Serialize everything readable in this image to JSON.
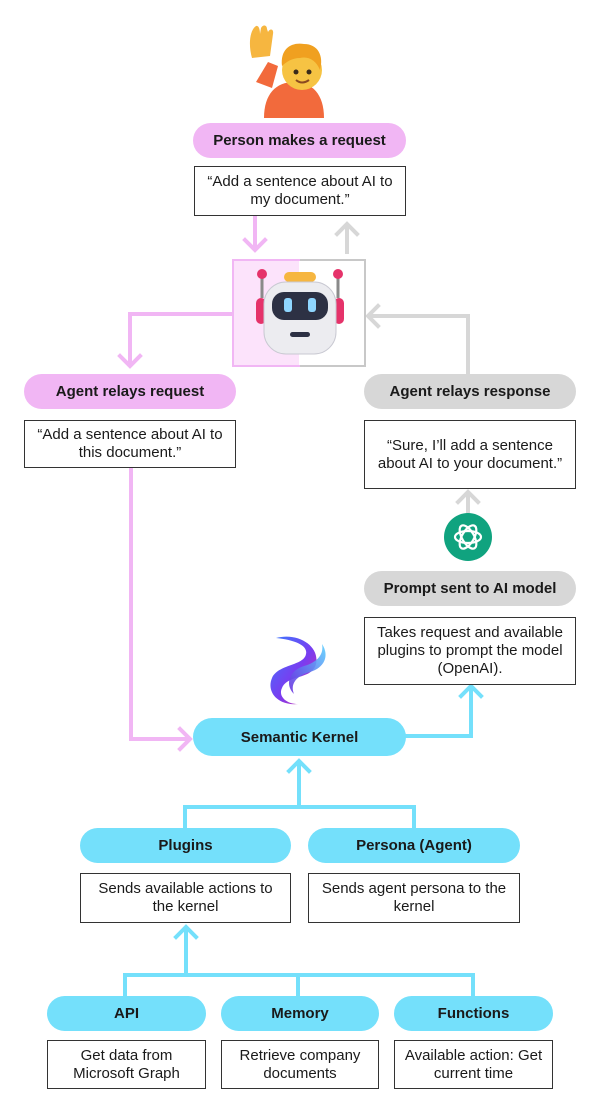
{
  "nodes": {
    "person_request": {
      "label": "Person makes a request",
      "text": "“Add a sentence about AI to my document.”"
    },
    "agent_relays_request": {
      "label": "Agent relays request",
      "text": "“Add a sentence about AI to this document.”"
    },
    "agent_relays_response": {
      "label": "Agent relays response",
      "text": "“Sure, I’ll add a sentence about AI to your document.”"
    },
    "prompt_sent": {
      "label": "Prompt sent to AI model",
      "text": "Takes request and available plugins to prompt the model (OpenAI)."
    },
    "semantic_kernel": {
      "label": "Semantic Kernel"
    },
    "plugins": {
      "label": "Plugins",
      "text": "Sends available actions to the kernel"
    },
    "persona": {
      "label": "Persona (Agent)",
      "text": "Sends agent persona to the kernel"
    },
    "api": {
      "label": "API",
      "text": "Get data from Microsoft Graph"
    },
    "memory": {
      "label": "Memory",
      "text": "Retrieve company documents"
    },
    "functions": {
      "label": "Functions",
      "text": "Available action: Get current time"
    }
  },
  "icons": {
    "person": "person-raising-hand-icon",
    "robot": "robot-icon",
    "openai": "openai-logo-icon",
    "semantic_kernel": "semantic-kernel-logo-icon"
  },
  "colors": {
    "pink": "#f1b6f4",
    "gray": "#d7d7d7",
    "blue": "#74e0fb",
    "openai_green": "#10a37f"
  }
}
